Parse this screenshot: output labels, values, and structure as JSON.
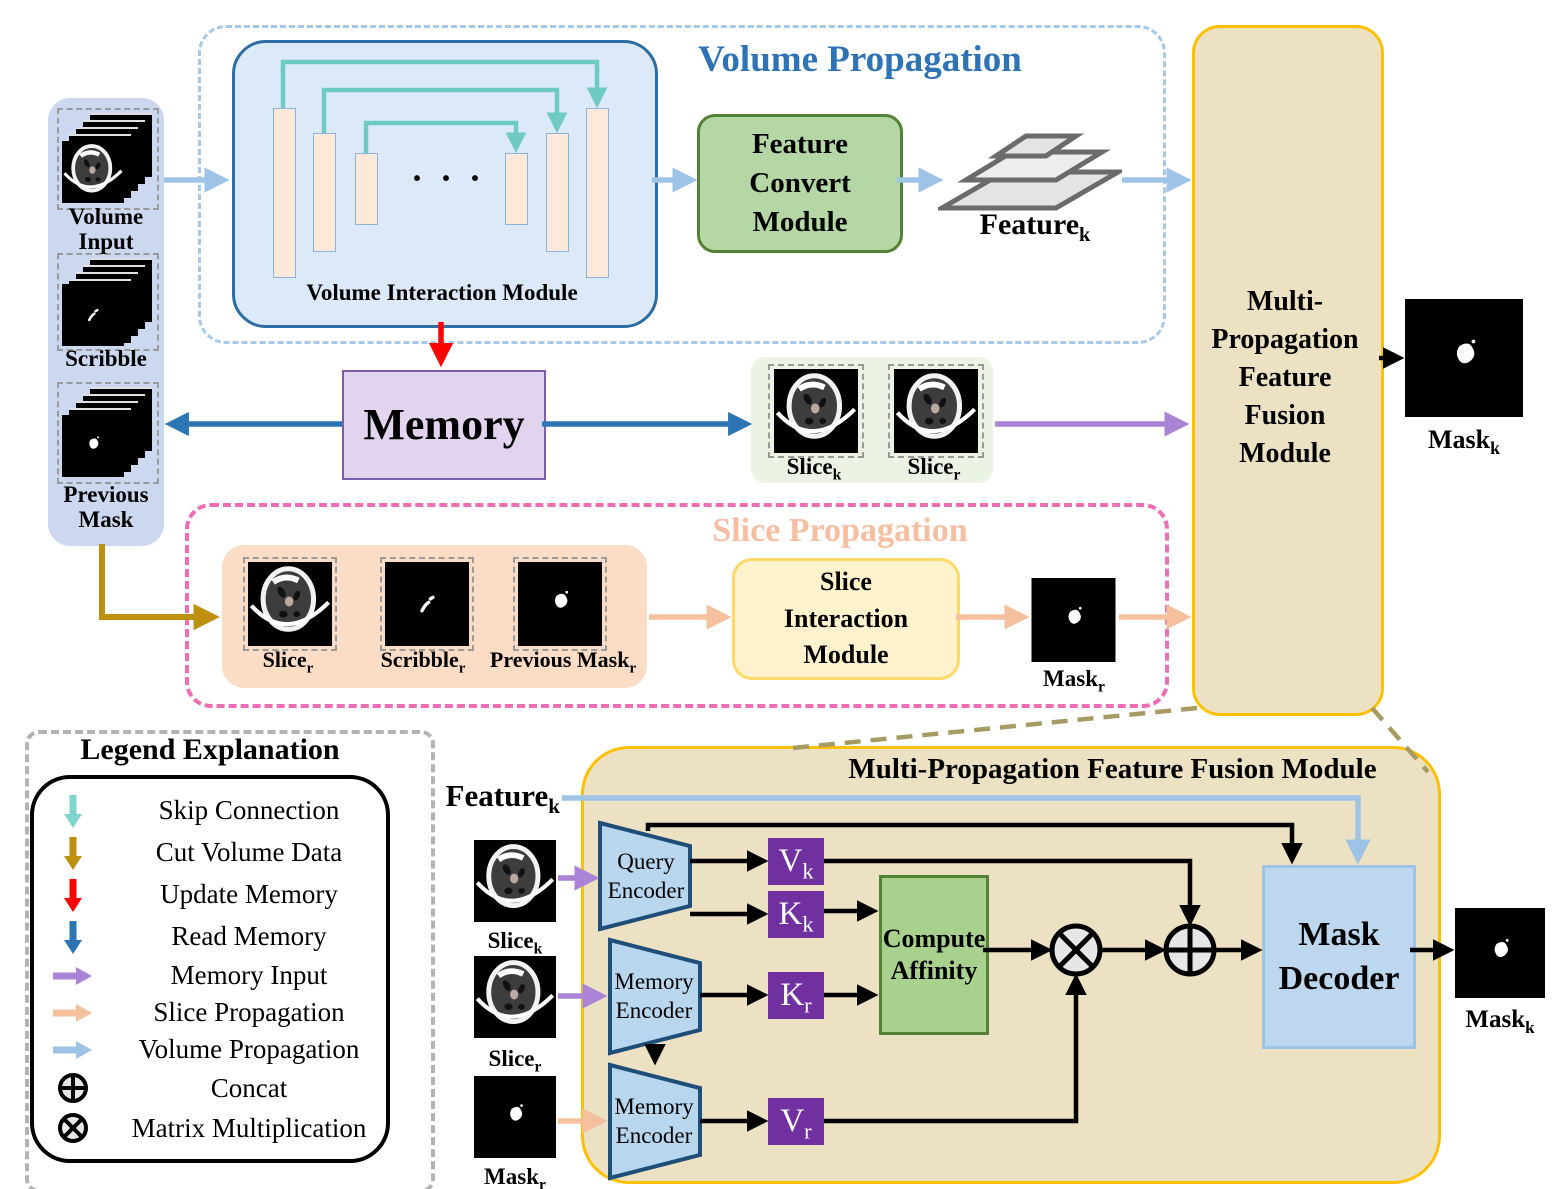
{
  "left_panel": {
    "volume_input": "Volume Input",
    "scribble": "Scribble",
    "previous_mask": "Previous Mask"
  },
  "volume_propagation": {
    "title": "Volume Propagation",
    "module_label": "Volume Interaction Module",
    "dots": "· · ·",
    "feature_convert": {
      "l1": "Feature",
      "l2": "Convert",
      "l3": "Module"
    },
    "feature_k": {
      "base": "Feature",
      "sub": "k"
    }
  },
  "memory_label": "Memory",
  "slice_pair": {
    "slice_k": {
      "base": "Slice",
      "sub": "k"
    },
    "slice_r": {
      "base": "Slice",
      "sub": "r"
    }
  },
  "slice_propagation": {
    "title": "Slice Propagation",
    "slice_r": {
      "base": "Slice",
      "sub": "r"
    },
    "scribble_r": {
      "base": "Scribble",
      "sub": "r"
    },
    "previous_mask_r": {
      "base": "Previous Mask",
      "sub": "r"
    },
    "module": {
      "l1": "Slice",
      "l2": "Interaction",
      "l3": "Module"
    },
    "mask_r": {
      "base": "Mask",
      "sub": "r"
    }
  },
  "fusion_box": {
    "l1": "Multi-",
    "l2": "Propagation",
    "l3": "Feature",
    "l4": "Fusion",
    "l5": "Module"
  },
  "mask_k_out": {
    "base": "Mask",
    "sub": "k"
  },
  "legend": {
    "title": "Legend Explanation",
    "items": [
      {
        "label": "Skip Connection",
        "color": "#7fd4cf"
      },
      {
        "label": "Cut Volume Data",
        "color": "#bf9010"
      },
      {
        "label": "Update Memory",
        "color": "#fe0202"
      },
      {
        "label": "Read Memory",
        "color": "#2d74b5"
      },
      {
        "label": "Memory Input",
        "color": "#ab84d8"
      },
      {
        "label": "Slice Propagation",
        "color": "#f5c09e"
      },
      {
        "label": "Volume Propagation",
        "color": "#9dc3e6"
      },
      {
        "label": "Concat",
        "symbol": "circle-plus"
      },
      {
        "label": "Matrix Multiplication",
        "symbol": "circle-times"
      }
    ]
  },
  "detail": {
    "title": "Multi-Propagation Feature Fusion Module",
    "feature_k": {
      "base": "Feature",
      "sub": "k"
    },
    "slice_k": {
      "base": "Slice",
      "sub": "k"
    },
    "slice_r": {
      "base": "Slice",
      "sub": "r"
    },
    "mask_r": {
      "base": "Mask",
      "sub": "r"
    },
    "query_encoder": {
      "l1": "Query",
      "l2": "Encoder"
    },
    "memory_encoder_1": {
      "l1": "Memory",
      "l2": "Encoder"
    },
    "memory_encoder_2": {
      "l1": "Memory",
      "l2": "Encoder"
    },
    "v_k": {
      "base": "V",
      "sub": "k"
    },
    "k_k": {
      "base": "K",
      "sub": "k"
    },
    "k_r": {
      "base": "K",
      "sub": "r"
    },
    "v_r": {
      "base": "V",
      "sub": "r"
    },
    "compute_affinity": {
      "l1": "Compute",
      "l2": "Affinity"
    },
    "mask_decoder": {
      "l1": "Mask",
      "l2": "Decoder"
    },
    "mask_k": {
      "base": "Mask",
      "sub": "k"
    }
  },
  "colors": {
    "volume_title": "#2e74b5",
    "slice_title": "#f6bfa2",
    "gold_border": "#ffc000",
    "tan_fill": "#ece1c3",
    "memory_purple": "#7030a0",
    "read_memory_blue": "#2e75b6",
    "update_memory_red": "#fe0202",
    "cut_volume_gold": "#bf9010",
    "skip_teal": "#6ecbc4",
    "memory_input_purple": "#ab84d8",
    "slice_prop_peach": "#f5c09e",
    "volume_prop_blue": "#9dc3e6"
  }
}
